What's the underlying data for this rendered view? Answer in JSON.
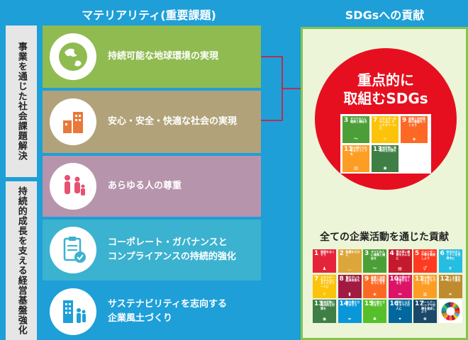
{
  "header": {
    "materiality": "マテリアリティ(重要課題)",
    "sdgs": "SDGsへの貢献"
  },
  "side_labels": {
    "top": "事業を通じた社会課題解決",
    "bottom": "持続的成長を支える経営基盤強化"
  },
  "materiality_items": [
    {
      "label": "持続可能な地球環境の実現",
      "color": "#8fbb50",
      "icon": "globe-icon"
    },
    {
      "label": "安心・安全・快適な社会の実現",
      "color": "#b1a27a",
      "icon": "buildings-icon"
    },
    {
      "label": "あらゆる人の尊重",
      "color": "#b695ac",
      "icon": "people-icon"
    },
    {
      "label": "コーポレート・ガバナンスと\nコンプライアンスの持続的強化",
      "color": "#3bb2cf",
      "icon": "clipboard-check-icon"
    },
    {
      "label": "サステナビリティを志向する\n企業風土づくり",
      "color": "#1e9fd8",
      "icon": "building-people-icon"
    }
  ],
  "priority": {
    "title": "重点的に\n取組むSDGs",
    "goals": [
      {
        "num": "3",
        "text": "すべての人に健康と福祉を",
        "color": "#4c9f38"
      },
      {
        "num": "7",
        "text": "エネルギーをみんなに そしてクリーンに",
        "color": "#fcc30b"
      },
      {
        "num": "9",
        "text": "産業と技術革新の基盤をつくろう",
        "color": "#fd6925"
      },
      {
        "num": "11",
        "text": "住み続けられるまちづくりを",
        "color": "#fd9d24"
      },
      {
        "num": "13",
        "text": "気候変動に具体的な対策を",
        "color": "#3f7e44"
      }
    ]
  },
  "all_activities": {
    "title": "全ての企業活動を通じた貢献",
    "goals": [
      {
        "num": "1",
        "text": "貧困をなくそう",
        "color": "#e5243b"
      },
      {
        "num": "2",
        "text": "飢餓をゼロに",
        "color": "#dda63a"
      },
      {
        "num": "3",
        "text": "すべての人に健康と福祉を",
        "color": "#4c9f38"
      },
      {
        "num": "4",
        "text": "質の高い教育をみんなに",
        "color": "#c5192d"
      },
      {
        "num": "5",
        "text": "ジェンダー平等を実現しよう",
        "color": "#ff3a21"
      },
      {
        "num": "6",
        "text": "安全な水とトイレを世界中に",
        "color": "#26bde2"
      },
      {
        "num": "7",
        "text": "エネルギーをみんなに そしてクリーンに",
        "color": "#fcc30b"
      },
      {
        "num": "8",
        "text": "働きがいも経済成長も",
        "color": "#a21942"
      },
      {
        "num": "9",
        "text": "産業と技術革新の基盤をつくろう",
        "color": "#fd6925"
      },
      {
        "num": "10",
        "text": "人や国の不平等をなくそう",
        "color": "#dd1367"
      },
      {
        "num": "11",
        "text": "住み続けられるまちづくりを",
        "color": "#fd9d24"
      },
      {
        "num": "12",
        "text": "つくる責任つかう責任",
        "color": "#bf8b2e"
      },
      {
        "num": "13",
        "text": "気候変動に具体的な対策を",
        "color": "#3f7e44"
      },
      {
        "num": "14",
        "text": "海の豊かさを守ろう",
        "color": "#0a97d9"
      },
      {
        "num": "15",
        "text": "陸の豊かさも守ろう",
        "color": "#56c02b"
      },
      {
        "num": "16",
        "text": "平和と公正をすべての人に",
        "color": "#00689d"
      },
      {
        "num": "17",
        "text": "パートナーシップで目標を達成しよう",
        "color": "#19486a"
      },
      {
        "num": "",
        "text": "",
        "color": "#ffffff"
      }
    ]
  }
}
